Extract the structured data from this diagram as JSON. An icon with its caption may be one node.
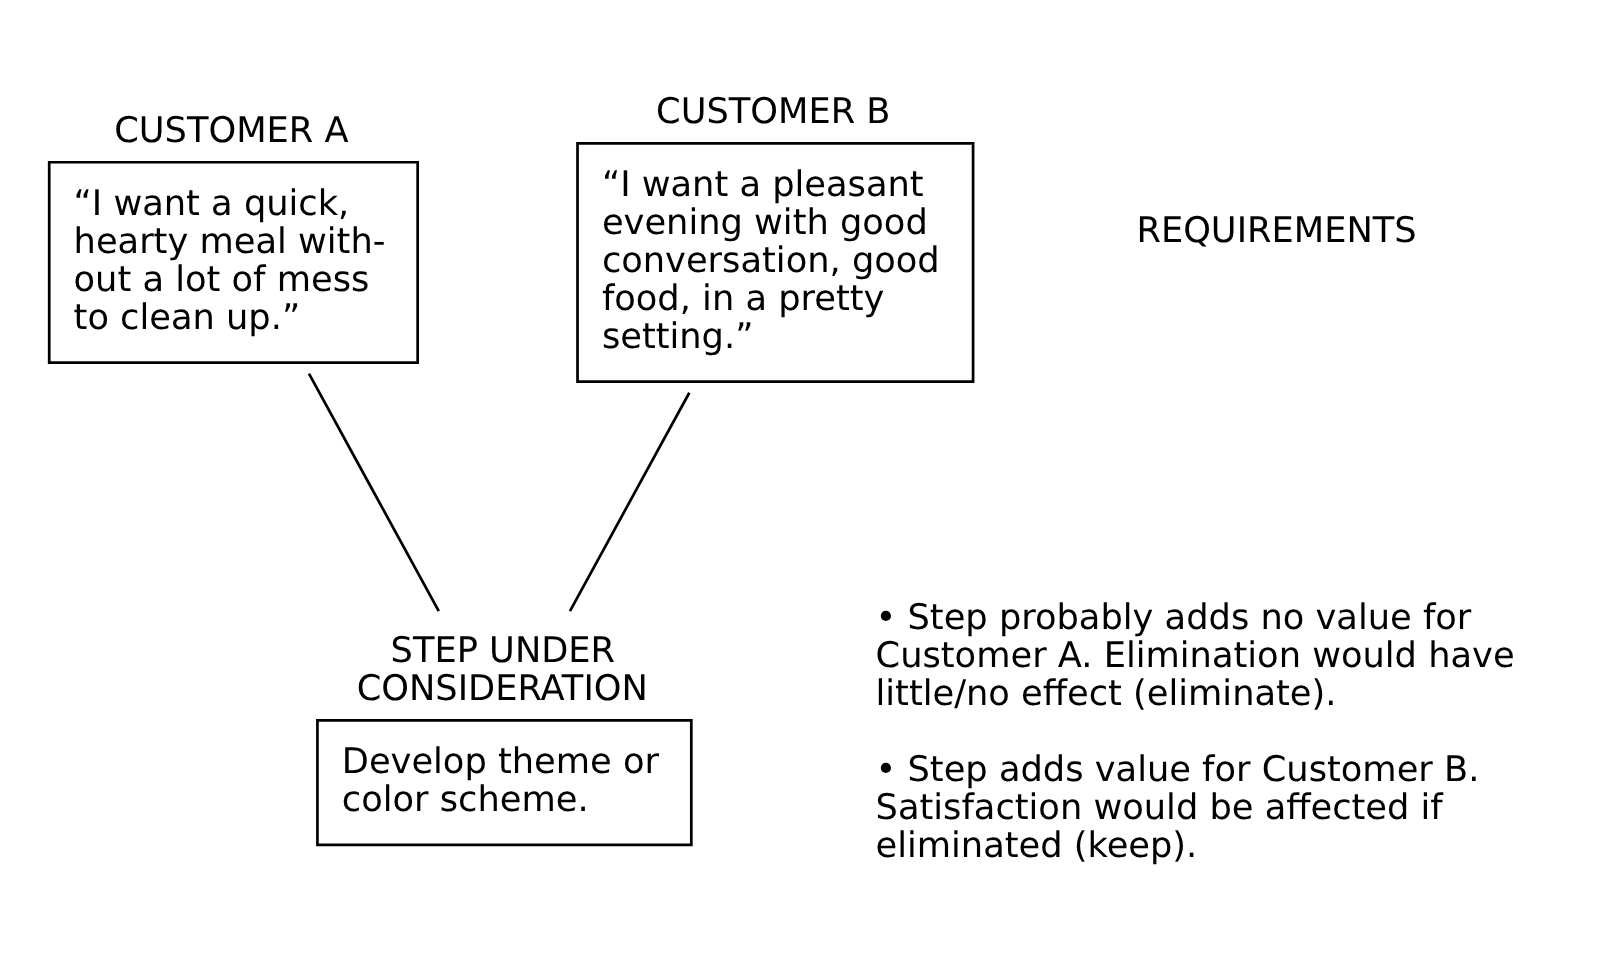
{
  "diagram": {
    "nodes": [
      {
        "text": [
          "CUSTOMER A",
          "“I want a quick, hearty meal with- out a lot of mess to clean up.”"
        ]
      },
      {
        "text": [
          "CUSTOMER B",
          "“I want a pleasant evening with good conversation, good food, in a pretty setting.”"
        ]
      },
      {
        "text": [
          "STEP UNDER CONSIDERATION",
          "Develop theme or color scheme."
        ]
      }
    ],
    "edges": [
      {
        "from": 2,
        "to": 0,
        "arrow": "none"
      },
      {
        "from": 2,
        "to": 1,
        "arrow": "none"
      }
    ],
    "labels": [
      "REQUIREMENTS",
      "• Step probably adds no value for Customer A. Elimination would have little/no effect (eliminate).",
      "• Step adds value for Customer B. Satisfaction would be affected if eliminated (keep)."
    ]
  }
}
